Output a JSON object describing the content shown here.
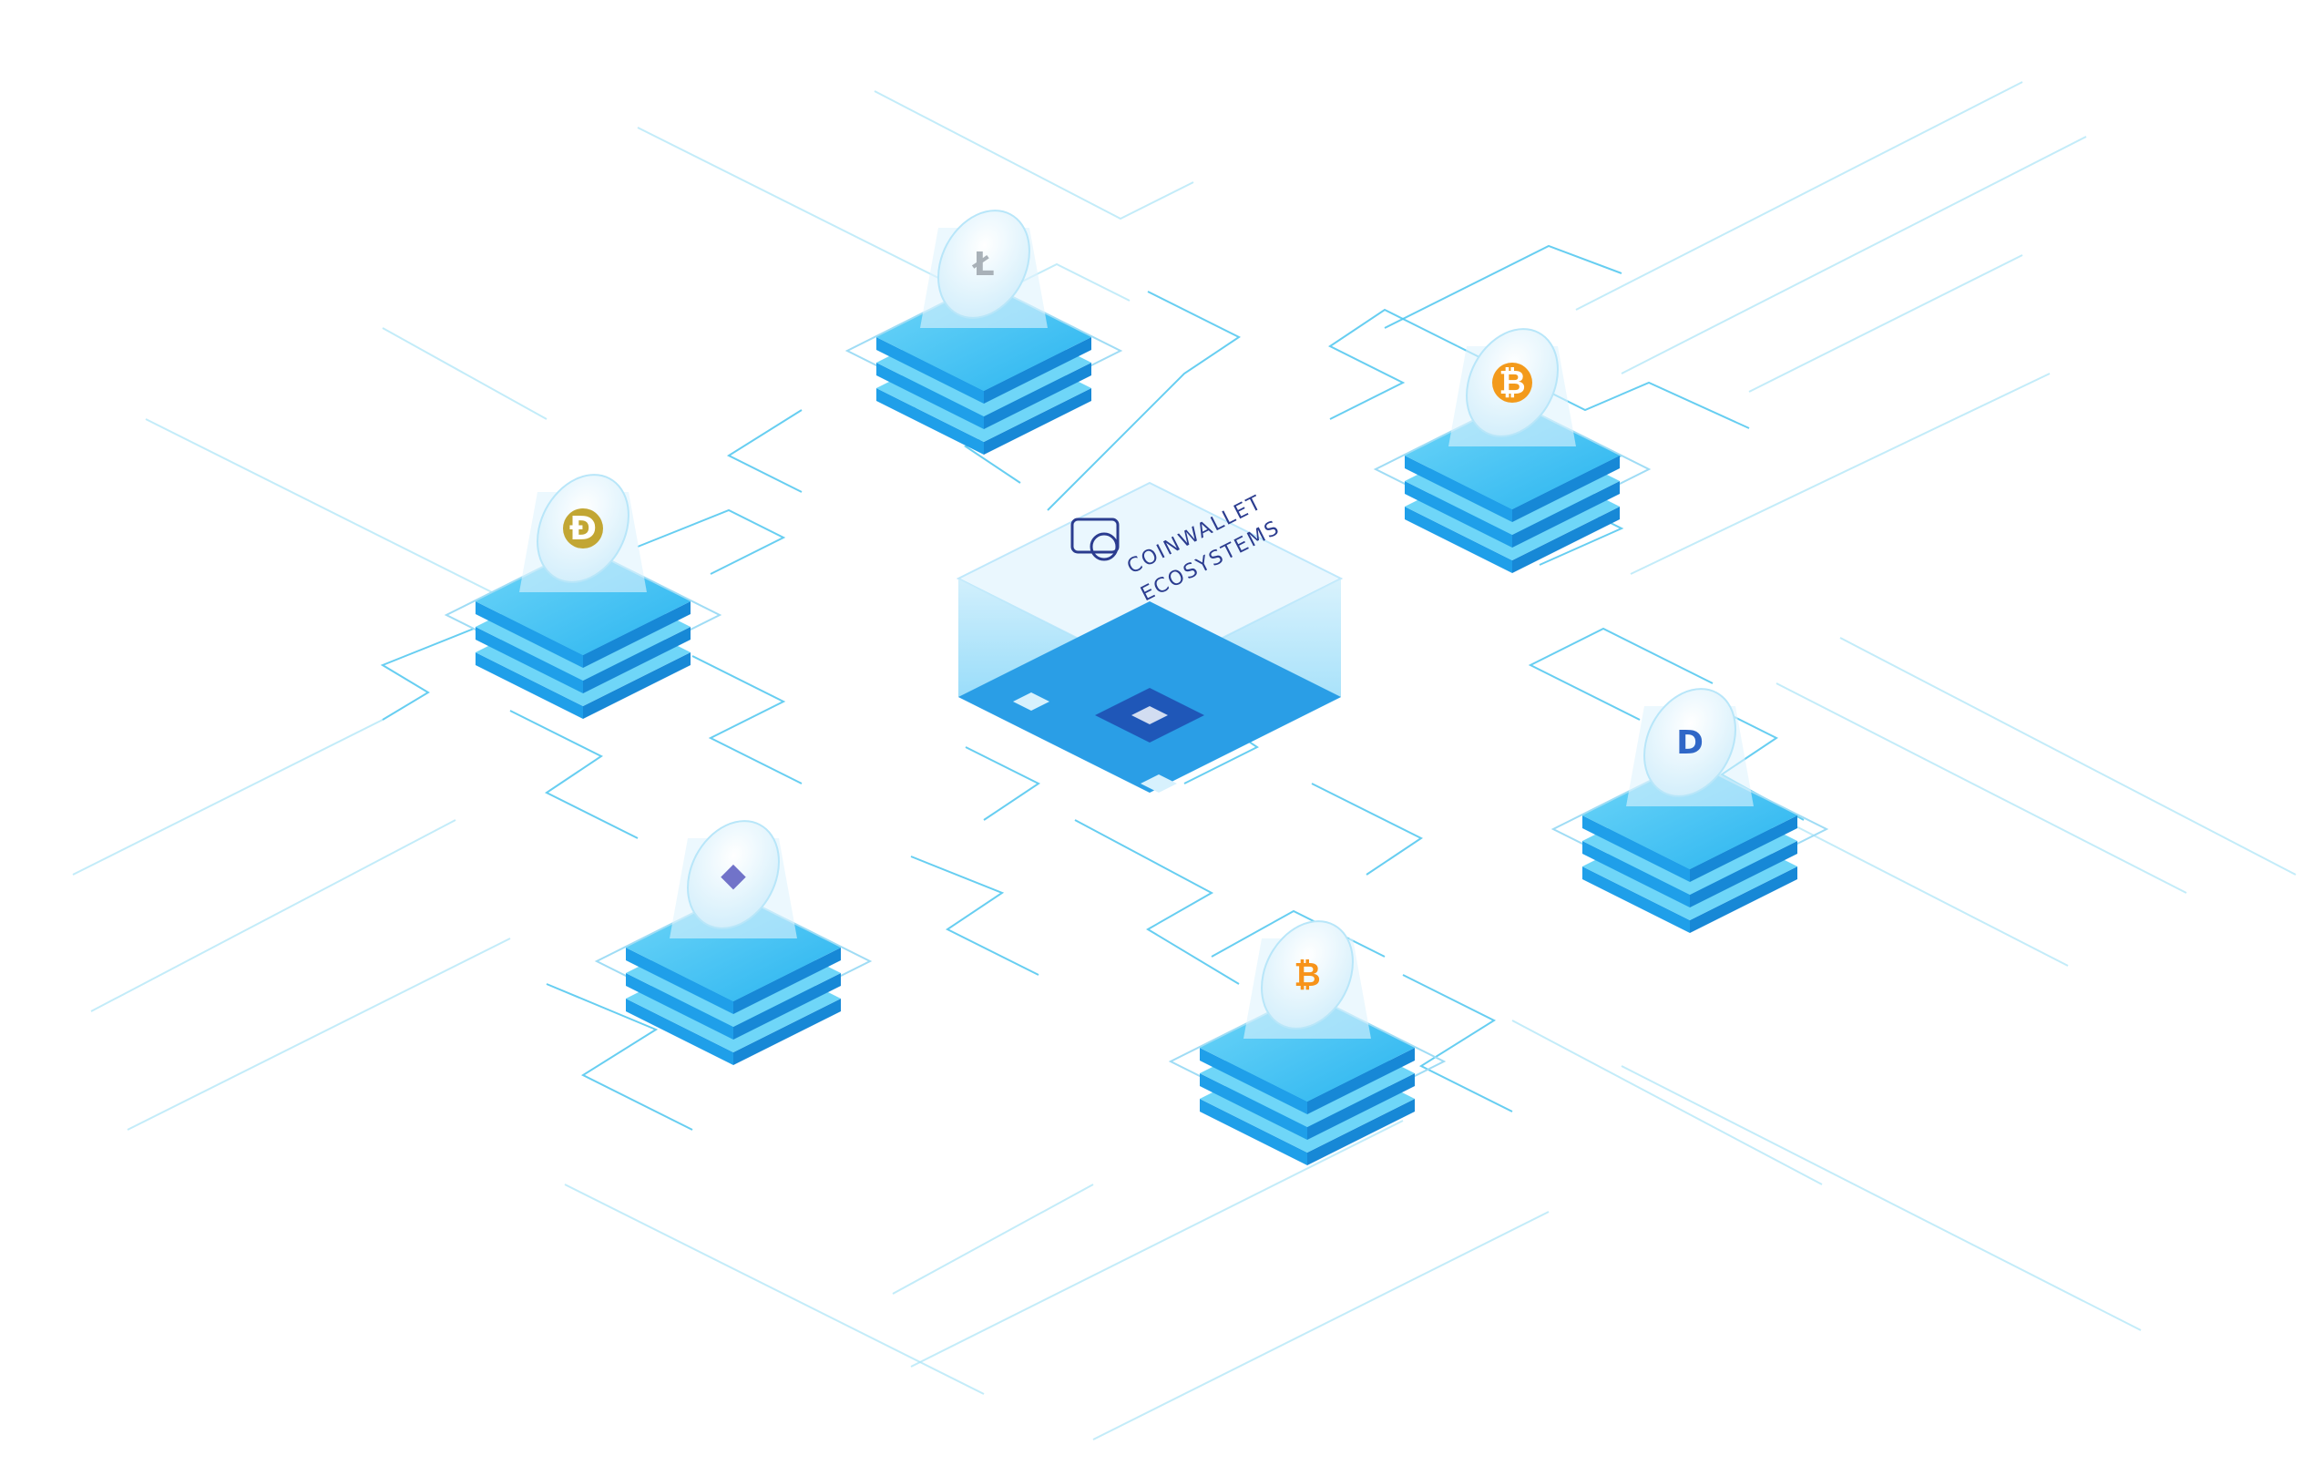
{
  "hub": {
    "name": "coinwallet-ecosystems",
    "label_line1": "COINWALLET",
    "label_line2": "ECOSYSTEMS",
    "colors": {
      "glass": "#8fd9f8",
      "floor": "#1ea7ec",
      "chip": "#1f57b8",
      "logo": "#2b3c8f"
    }
  },
  "nodes": [
    {
      "id": "litecoin",
      "icon": "litecoin-icon",
      "symbol": "Ł",
      "color": "#a9b1b8"
    },
    {
      "id": "bitcoin-cash",
      "icon": "bitcoin-cash-icon",
      "symbol": "₿",
      "color": "#f39a1b"
    },
    {
      "id": "dogecoin",
      "icon": "dogecoin-icon",
      "symbol": "Ð",
      "color": "#c2a633"
    },
    {
      "id": "ethereum",
      "icon": "ethereum-icon",
      "symbol": "◆",
      "color": "#7173c9"
    },
    {
      "id": "bitcoin",
      "icon": "bitcoin-icon",
      "symbol": "₿",
      "color": "#f7931a"
    },
    {
      "id": "dash",
      "icon": "dash-icon",
      "symbol": "D",
      "color": "#2f67c7"
    }
  ],
  "palette": {
    "trace": "#4cc6ef",
    "slab_top": "#43c3f3",
    "slab_side": "#1ea0ea",
    "coin_disc": "#e9f7fd"
  }
}
